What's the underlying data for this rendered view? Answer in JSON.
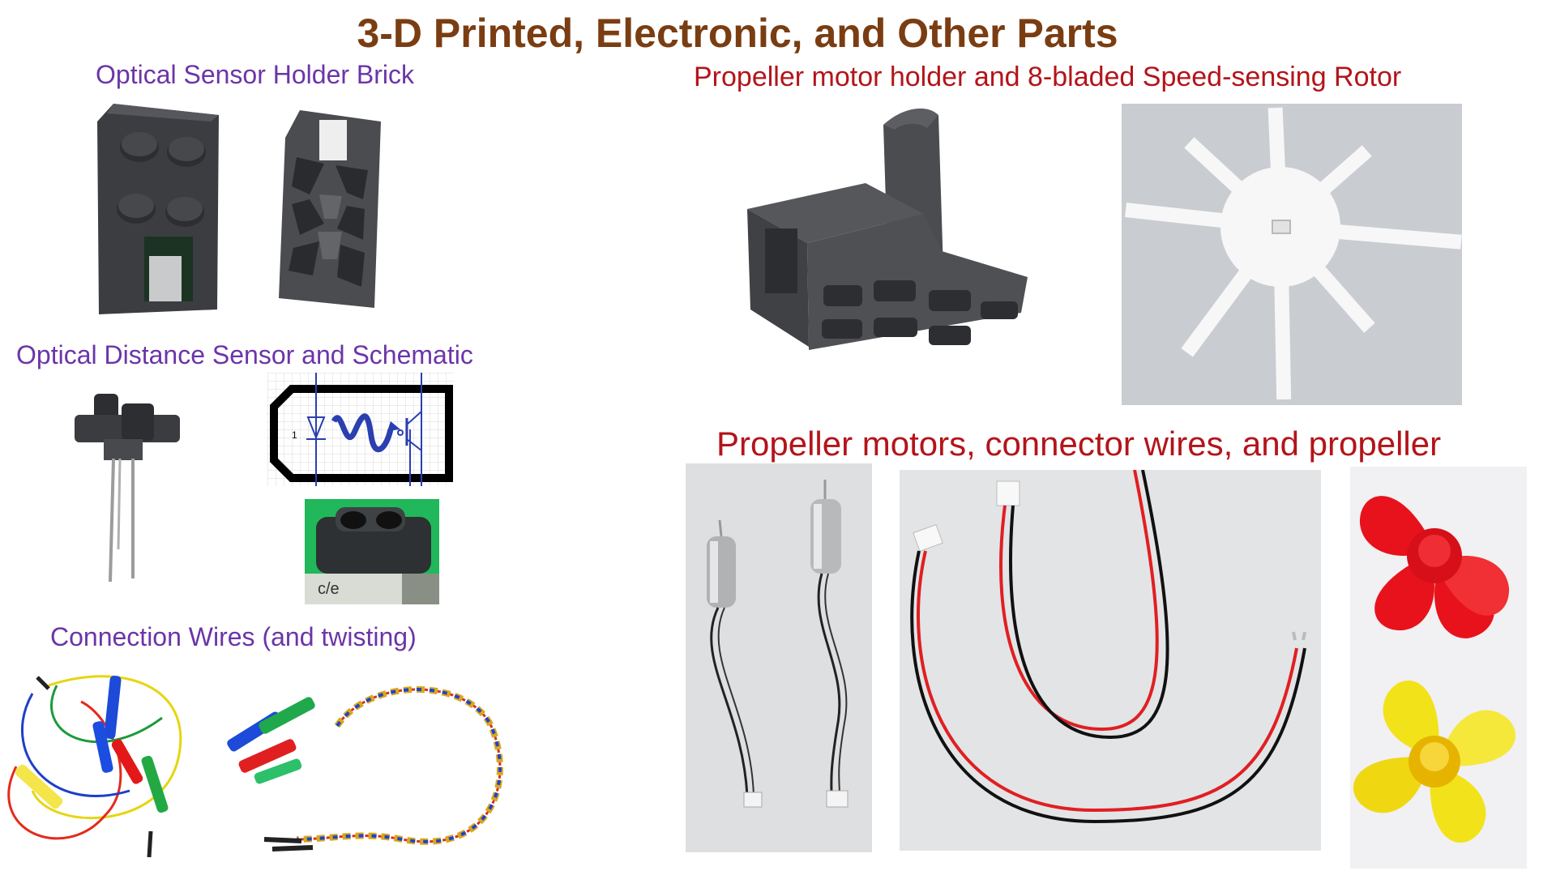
{
  "slide": {
    "title": "3-D Printed, Electronic, and Other Parts",
    "captions": {
      "sensor_holder": "Optical Sensor Holder Brick",
      "distance_sensor": "Optical Distance Sensor and Schematic",
      "connection_wires": "Connection Wires (and twisting)",
      "motor_holder": "Propeller motor holder and 8-bladed Speed-sensing Rotor",
      "motors": "Propeller motors, connector wires,  and propeller"
    },
    "schematic_pin_label": "1",
    "sensor_label_fragment": "c/e"
  },
  "colors": {
    "title": "#7a3d12",
    "caption_purple": "#6b35a8",
    "caption_red": "#b3141a",
    "schematic_blue": "#2a3fb0",
    "print_gray": "#4a4c50",
    "rotor_white": "#f7f7f7",
    "propeller_red": "#e8121c",
    "propeller_yellow": "#f2e21a"
  }
}
